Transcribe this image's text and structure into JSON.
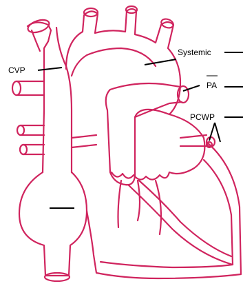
{
  "labels": {
    "cvp": "CVP",
    "systemic": "Systemic",
    "pa": "PA",
    "pcwp": "PCWP"
  },
  "colors": {
    "heart_outline": "#d0245e",
    "label_text": "#000000",
    "pointer_line": "#000000"
  }
}
